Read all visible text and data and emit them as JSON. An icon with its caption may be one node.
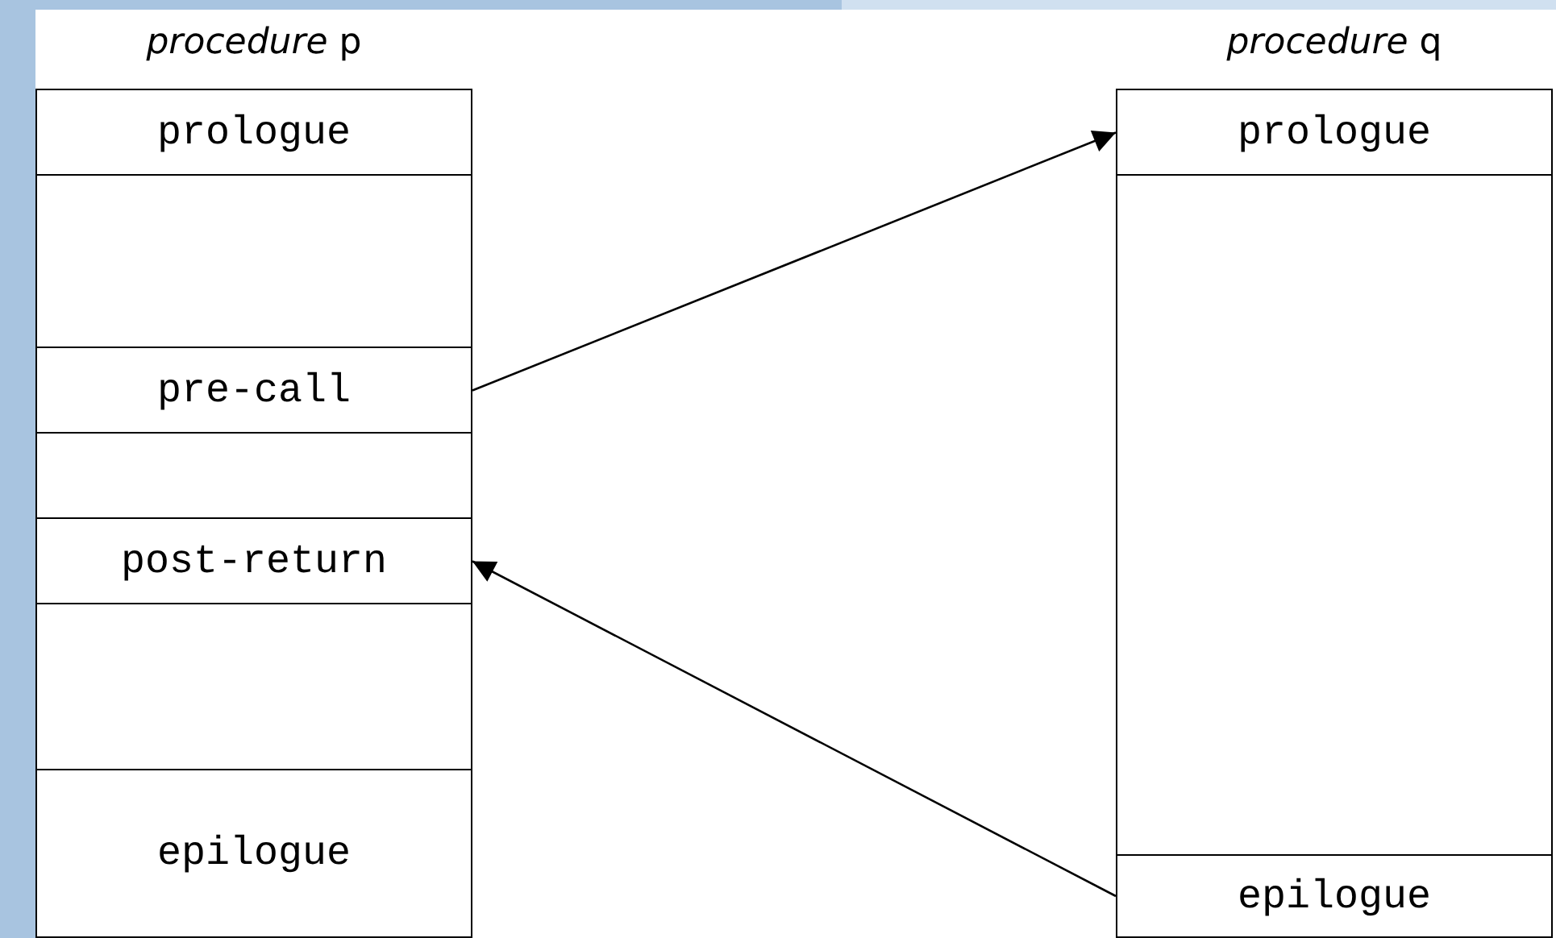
{
  "diagram": {
    "nodes": [
      {
        "text": [
          "*procedure* p"
        ]
      },
      {
        "text": [
          "prologue"
        ],
        "in": 0
      },
      {
        "text": [],
        "shape": "box",
        "in": 0
      },
      {
        "text": [
          "pre-call"
        ],
        "in": 0
      },
      {
        "text": [],
        "shape": "box",
        "in": 0
      },
      {
        "text": [
          "post-return"
        ],
        "in": 0
      },
      {
        "text": [],
        "shape": "box",
        "in": 0
      },
      {
        "text": [
          "epilogue"
        ],
        "in": 0
      },
      {
        "text": [
          "*procedure* q"
        ]
      },
      {
        "text": [
          "prologue"
        ],
        "in": 8
      },
      {
        "text": [],
        "shape": "box",
        "in": 8
      },
      {
        "text": [
          "epilogue"
        ],
        "in": 8
      }
    ],
    "edges": [
      {
        "from": 3,
        "to": 9,
        "arrow": "to"
      },
      {
        "from": 11,
        "to": 5,
        "arrow": "to"
      }
    ]
  }
}
